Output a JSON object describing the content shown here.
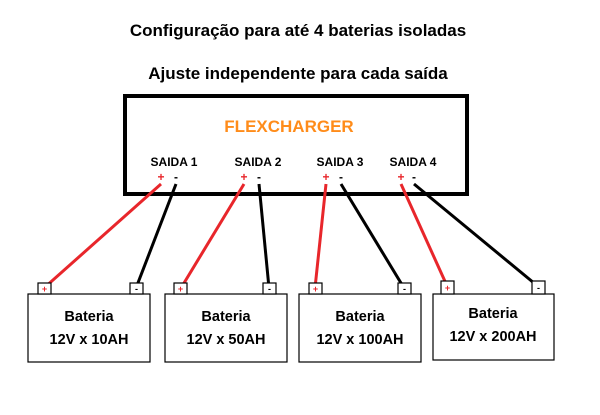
{
  "title_line1": "Configuração para até 4 baterias isoladas",
  "title_line2": "Ajuste independente para cada saída",
  "charger": {
    "name": "FLEXCHARGER",
    "outputs": [
      {
        "label": "SAIDA 1",
        "plus": "+",
        "minus": "-"
      },
      {
        "label": "SAIDA 2",
        "plus": "+",
        "minus": "-"
      },
      {
        "label": "SAIDA 3",
        "plus": "+",
        "minus": "-"
      },
      {
        "label": "SAIDA 4",
        "plus": "+",
        "minus": "-"
      }
    ]
  },
  "batteries": [
    {
      "name": "Bateria",
      "spec": "12V x 10AH",
      "plus": "+",
      "minus": "-"
    },
    {
      "name": "Bateria",
      "spec": "12V x 50AH",
      "plus": "+",
      "minus": "-"
    },
    {
      "name": "Bateria",
      "spec": "12V x 100AH",
      "plus": "+",
      "minus": "-"
    },
    {
      "name": "Bateria",
      "spec": "12V x 200AH",
      "plus": "+",
      "minus": "-"
    }
  ],
  "colors": {
    "brand": "#ff8c1a",
    "positive": "#e8262b",
    "negative": "#000000",
    "outline": "#000000"
  }
}
